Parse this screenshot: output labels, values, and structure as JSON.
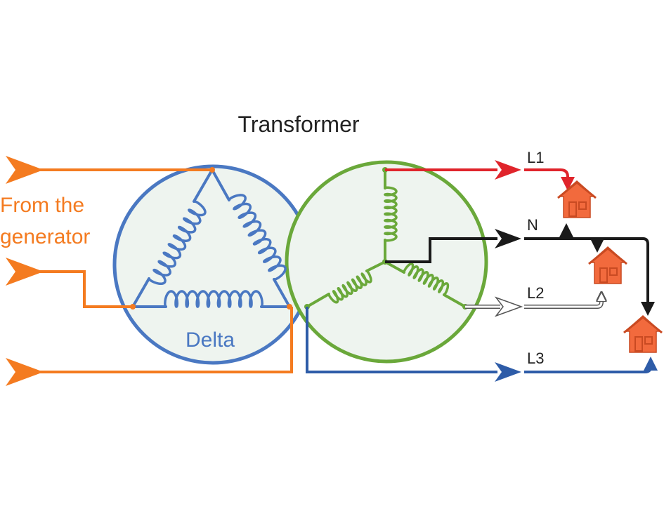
{
  "title": "Transformer",
  "source": {
    "label_line1": "From the",
    "label_line2": "generator"
  },
  "primary": {
    "label": "Delta"
  },
  "lines": {
    "l1": "L1",
    "n": "N",
    "l2": "L2",
    "l3": "L3"
  },
  "colors": {
    "generator_orange": "#f47b20",
    "delta_blue": "#4a78c2",
    "wye_green": "#6aa83a",
    "line_l1_red": "#e0242b",
    "neutral_black": "#1a1a1a",
    "line_l3_blue": "#2e5ca8",
    "house_orange": "#f26a3d",
    "circle_fill": "#eef4ef"
  },
  "icons": {
    "generator_arrows": "arrow-right-icon",
    "houses": "house-icon"
  }
}
